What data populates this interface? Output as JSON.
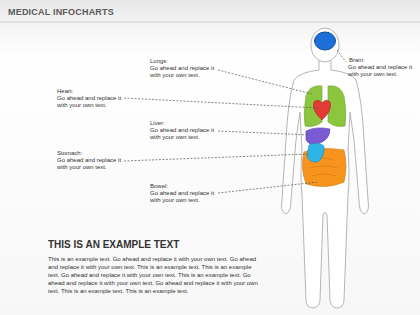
{
  "diagram": {
    "title": "MEDICAL INFOCHARTS",
    "labels": [
      "Lungs:",
      "Go ahead and replace it with your own text.",
      "Brain:",
      "Go ahead and replace it with your own text.",
      "Heart:",
      "Go ahead and replace it with your own text.",
      "Liver:",
      "Go ahead and replace it with your own text.",
      "Stomach:",
      "Go ahead and replace it with your own text.",
      "Bowel:",
      "Go ahead and replace it with your own text.",
      "THIS IS AN EXAMPLE TEXT",
      "This is an example text. Go ahead and replace it with your own text. Go ahead and replace it with your own text. This is an example text. This is an example text. Go ahead and replace it with your own text. This is an example text. Go ahead and replace it with your own text. Go ahead and replace it with your own text. This is an example text. This is an example text."
    ]
  }
}
